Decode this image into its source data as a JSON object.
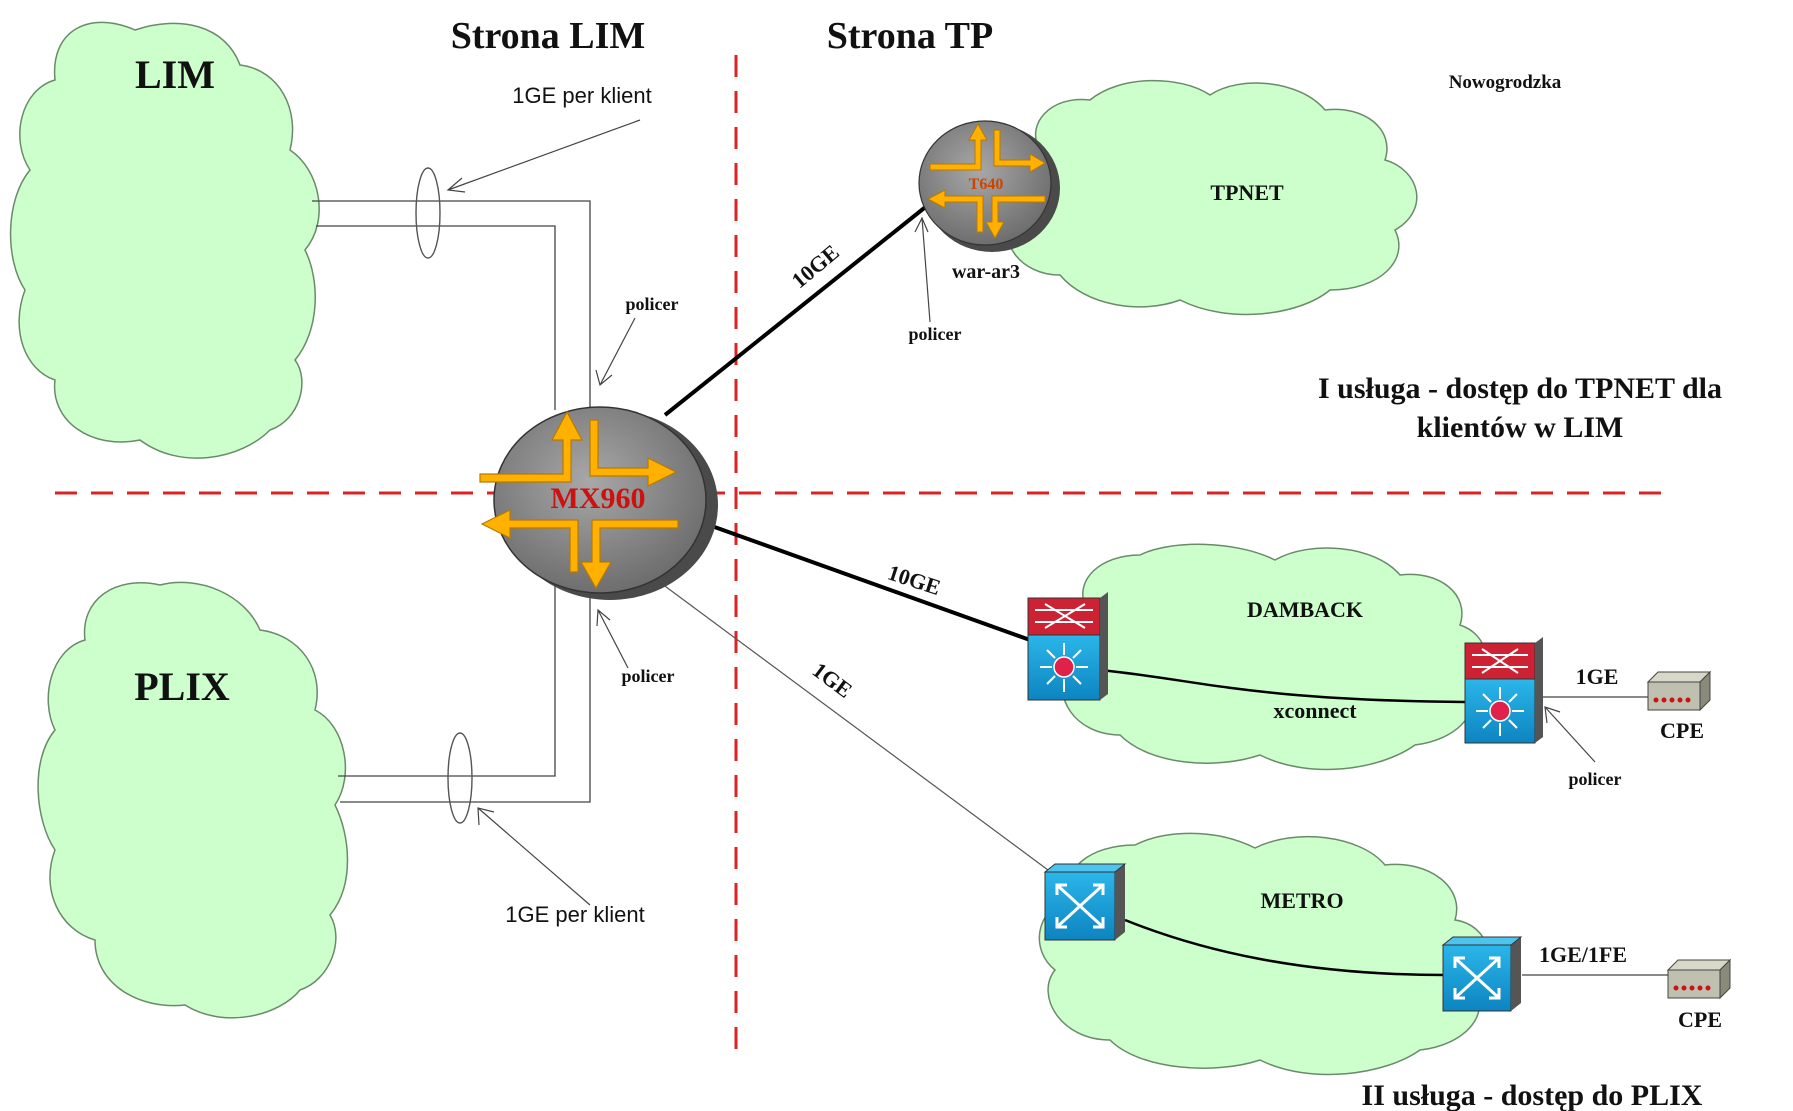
{
  "headers": {
    "lim_side": "Strona LIM",
    "tp_side": "Strona TP"
  },
  "clouds": {
    "lim": "LIM",
    "plix": "PLIX",
    "tpnet": "TPNET",
    "damback": "DAMBACK",
    "metro": "METRO"
  },
  "labels": {
    "nowogrodzka": "Nowogrodzka",
    "war_ar3": "war-ar3",
    "t640": "T640",
    "mx960": "MX960",
    "lim_per_client": "1GE per klient",
    "plix_per_client": "1GE per klient",
    "policer_mx_top": "policer",
    "policer_mx_bottom": "policer",
    "policer_t640": "policer",
    "policer_cpe": "policer",
    "link_t640": "10GE",
    "link_damback": "10GE",
    "link_metro": "1GE",
    "xconnect": "xconnect",
    "cpe1_link": "1GE",
    "cpe2_link": "1GE/1FE",
    "cpe1": "CPE",
    "cpe2": "CPE"
  },
  "services": {
    "service1_line1": "I usługa - dostęp do TPNET dla",
    "service1_line2": "klientów w LIM",
    "service2": "II usługa - dostęp do PLIX"
  },
  "colors": {
    "cloud_fill": "#ccffcc",
    "cloud_stroke": "#6a8a6a",
    "divider": "#dd2222",
    "router_body": "#8c8c8c",
    "arrow_orange": "#ffb000",
    "mx_label": "#cc1111",
    "switch_blue": "#1aa0d8",
    "firewall_red": "#cc2233"
  }
}
